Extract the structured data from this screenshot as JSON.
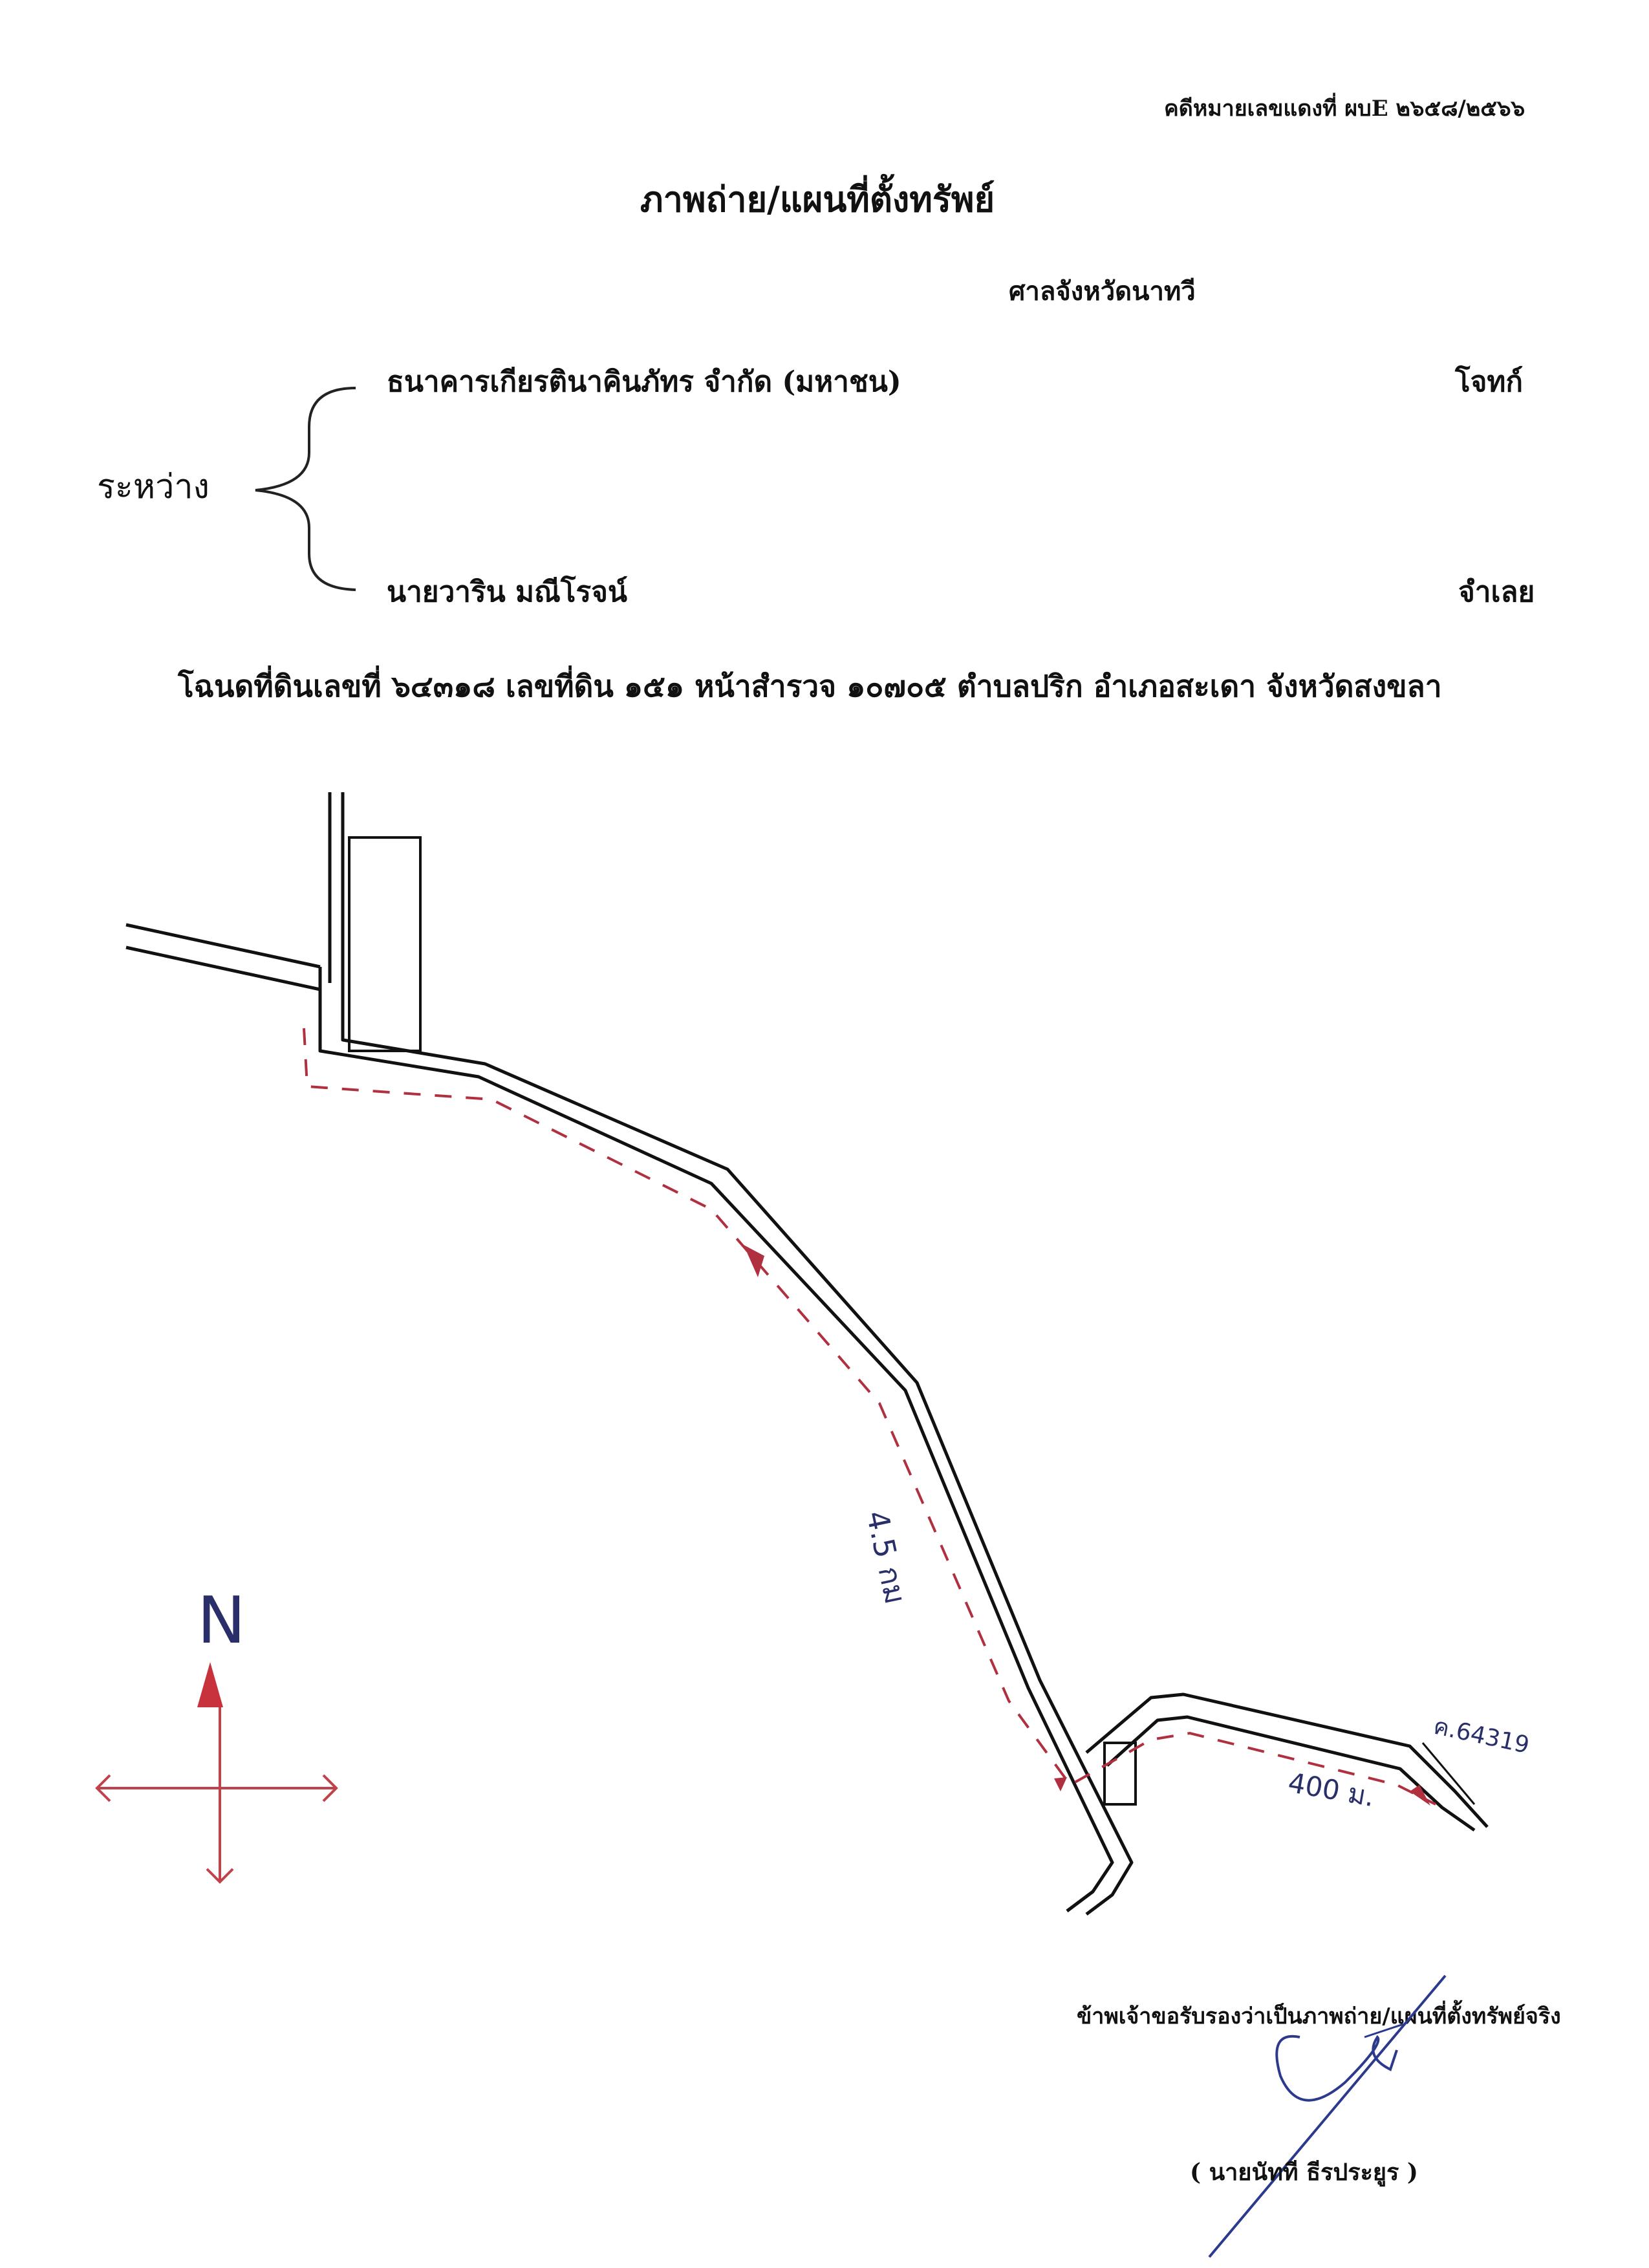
{
  "header": {
    "case_number": "คดีหมายเลขแดงที่ ผบE ๒๖๕๘/๒๕๖๖",
    "title": "ภาพถ่าย/แผนที่ตั้งทรัพย์",
    "court": "ศาลจังหวัดนาทวี"
  },
  "parties": {
    "between_label": "ระหว่าง",
    "plaintiff_name": "ธนาคารเกียรตินาคินภัทร จำกัด  (มหาชน)",
    "plaintiff_role": "โจทก์",
    "defendant_name": "นายวาริน  มณีโรจน์",
    "defendant_role": "จำเลย"
  },
  "deed_line": "โฉนดที่ดินเลขที่ ๖๔๓๑๘  เลขที่ดิน ๑๕๑  หน้าสำรวจ ๑๐๗๐๕  ตำบลปริก  อำเภอสะเดา  จังหวัดสงขลา",
  "map": {
    "north_label": "N",
    "distance_main": "4.5 กม",
    "distance_branch": "400 ม.",
    "parcel_label": "ค.64319"
  },
  "certification": {
    "statement": "ข้าพเจ้าขอรับรองว่าเป็นภาพถ่าย/แผนที่ตั้งทรัพย์จริง",
    "certifier": "( นายนัทที  ธีรประยูร )"
  },
  "colors": {
    "text": "#111111",
    "route_dash": "#b03040",
    "north_arrow": "#c8323c",
    "compass_lines": "#c0424a",
    "signature": "#2b3a8c",
    "handwriting": "#2a2f6a"
  }
}
